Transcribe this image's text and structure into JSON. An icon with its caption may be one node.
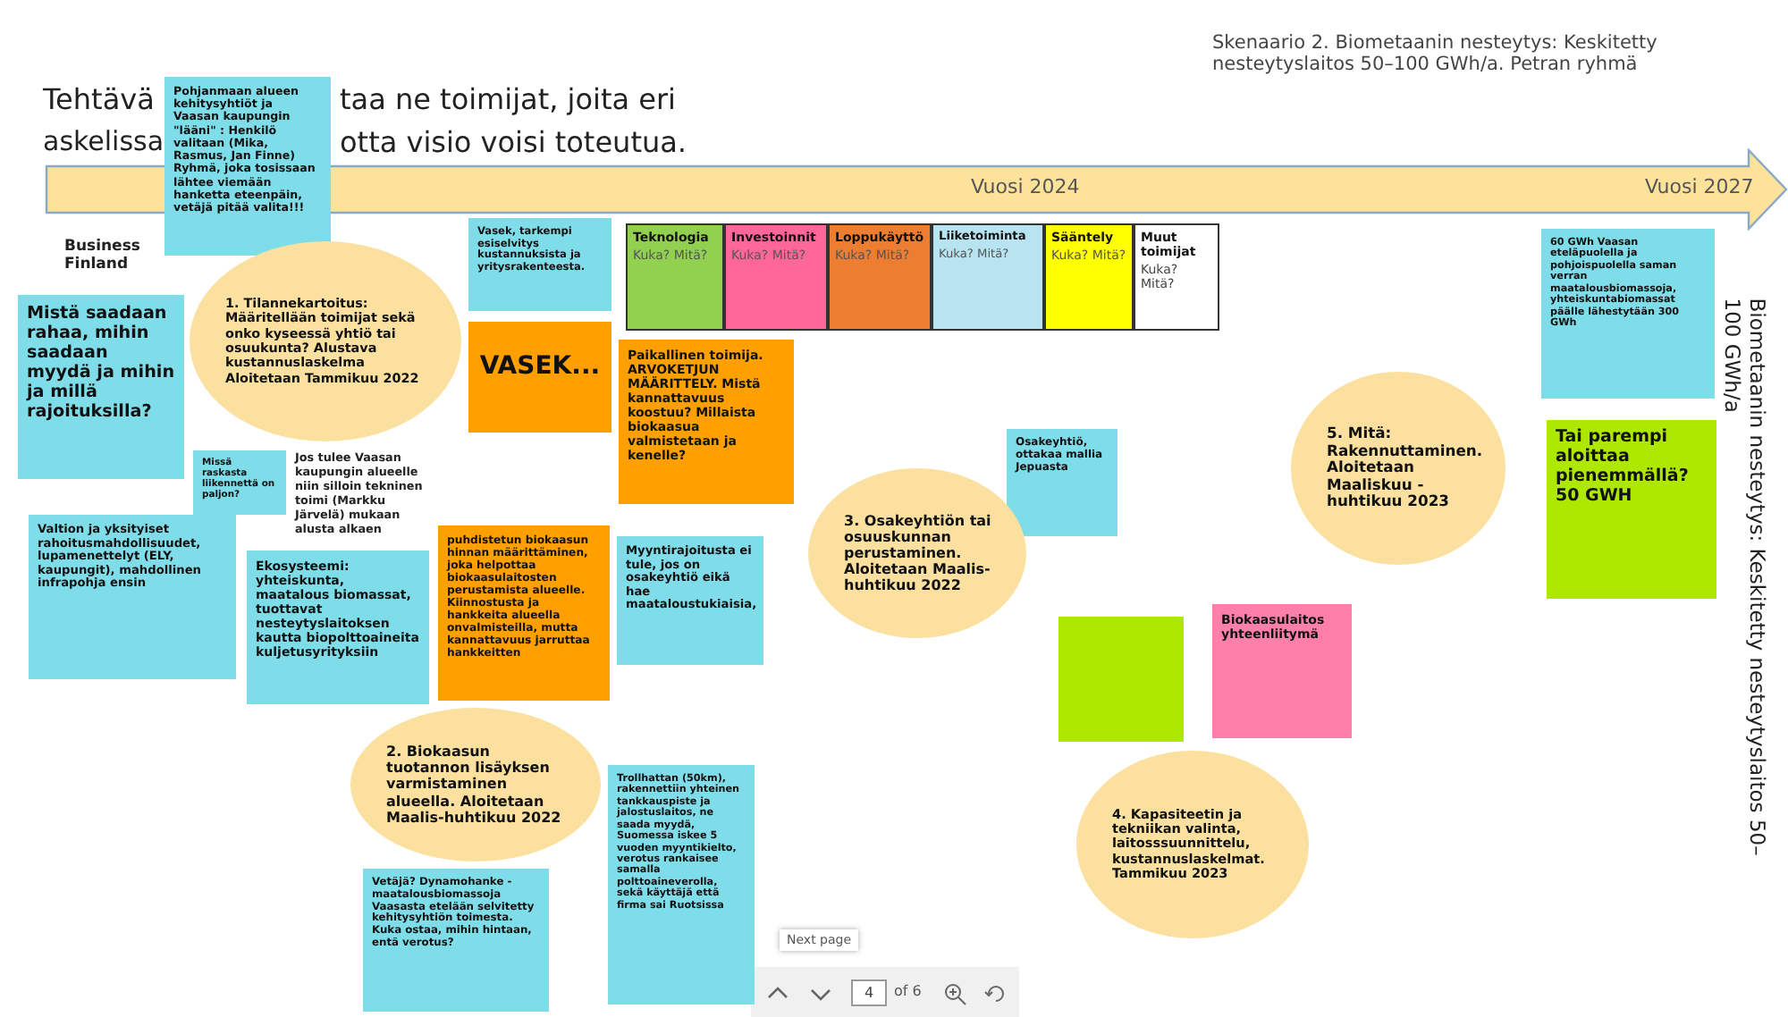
{
  "diagram": {
    "nodes": [
      {
        "text": [
          "Vuosi 2024",
          "Vuosi 2027"
        ]
      },
      {
        "text": [
          "Pohjanmaan alueen kehitysyhtiöt ja Vaasan kaupungin \"lääni\" : Henkilö valitaan (Mika, Rasmus, Jan Finne) Ryhmä, joka tosissaan lähtee viemään hanketta eteenpäin, vetäjä pitää valita!!!"
        ]
      },
      {
        "text": [
          "Vasek, tarkempi esiselvitys kustannuksista ja yritysrakenteesta."
        ]
      },
      {
        "text": [
          "Teknologia",
          "Kuka? Mitä?"
        ]
      },
      {
        "text": [
          "Investoinnit",
          "Kuka? Mitä?"
        ]
      },
      {
        "text": [
          "Loppukäyttö",
          "Kuka? Mitä?"
        ]
      },
      {
        "text": [
          "Liiketoiminta",
          "Kuka? Mitä?"
        ]
      },
      {
        "text": [
          "Sääntely",
          "Kuka? Mitä?"
        ]
      },
      {
        "text": [
          "Muut toimijat",
          "Kuka? Mitä?"
        ]
      },
      {
        "text": [
          "1. Tilannekartoitus: Määritellään toimijat sekä onko kyseessä yhtiö tai osuukunta? Alustava kustannuslaskelma Aloitetaan Tammikuu 2022"
        ]
      },
      {
        "text": [
          "Mistä saadaan rahaa, mihin saadaan myydä ja mihin ja millä rajoituksilla?"
        ]
      },
      {
        "text": [
          "VASEK..."
        ]
      },
      {
        "text": [
          "Paikallinen toimija. ARVOKETJUN MÄÄRITTELY. Mistä kannattavuus koostuu? Millaista biokaasua valmistetaan ja kenelle?"
        ]
      },
      {
        "text": [
          "Missä raskasta liikennettä on paljon?"
        ]
      },
      {
        "text": [
          "Osakeyhtiö, ottakaa mallia Jepuasta"
        ]
      },
      {
        "text": [
          "3. Osakeyhtiön tai osuuskunnan perustaminen. Aloitetaan Maalis-huhtikuu 2022"
        ]
      },
      {
        "text": [
          "5. Mitä: Rakennuttaminen. Aloitetaan Maaliskuu - huhtikuu 2023"
        ]
      },
      {
        "text": [
          "60 GWh Vaasan eteläpuolella ja pohjoispuolella saman verran maatalousbiomassoja, yhteiskuntabiomassat päälle lähestytään 300 GWh"
        ]
      },
      {
        "text": [
          "Tai parempi aloittaa pienemmällä? 50 GWH"
        ]
      },
      {
        "text": [
          "Valtion ja yksityiset rahoitusmahdollisuudet, lupamenettelyt (ELY, kaupungit), mahdollinen infrapohja ensin"
        ]
      },
      {
        "text": [
          "Ekosysteemi: yhteiskunta, maatalous biomassat, tuottavat nesteytyslaitoksen kautta biopolttoaineita kuljetusyrityksiin"
        ]
      },
      {
        "text": [
          "puhdistetun biokaasun hinnan määrittäminen, joka helpottaa biokaasulaitosten perustamista alueelle. Kiinnostusta ja hankkeita alueella onvalmisteilla, mutta kannattavuus jarruttaa hankkeitten"
        ]
      },
      {
        "text": [
          "Myyntirajoitusta ei tule, jos on osakeyhtiö eikä hae maataloustukiaisia,"
        ]
      },
      {
        "text": [
          "2. Biokaasun tuotannon lisäyksen varmistaminen alueella. Aloitetaan Maalis-huhtikuu 2022"
        ]
      },
      {
        "text": [],
        "shape": "box"
      },
      {
        "text": [
          "Biokaasulaitos yhteenliitymä"
        ]
      },
      {
        "text": [
          "4. Kapasiteetin ja tekniikan valinta, laitosssuunnittelu, kustannuslaskelmat. Tammikuu 2023"
        ]
      },
      {
        "text": [
          "Trollhattan (50km), rakennettiin yhteinen tankkauspiste ja jalostuslaitos, ne saada myydä, Suomessa iskee 5 vuoden myyntikielto, verotus rankaisee samalla polttoaineverolla, sekä käyttäjä että firma sai Ruotsissa"
        ]
      },
      {
        "text": [
          "Vetäjä? Dynamohanke - maatalousbiomassoja Vaasasta etelään selvitetty kehitysyhtiön toimesta. Kuka ostaa, mihin hintaan, entä verotus?"
        ]
      }
    ],
    "labels": [
      "Skenaario 2. Biometaanin nesteytys: Keskitetty nesteytyslaitos 50–100 GWh/a. Petran ryhmä",
      "Tehtävä",
      "taa ne toimijat, joita eri",
      "askelissa",
      "otta visio voisi toteutua.",
      "Business Finland",
      "Jos tulee Vaasan kaupungin alueelle niin silloin tekninen toimi (Markku Järvelä) mukaan alusta alkaen",
      "Biometaanin nesteytys: Keskitetty nesteytyslaitos 50–100 GWh/a",
      "Next page",
      "4",
      "of 6"
    ]
  }
}
